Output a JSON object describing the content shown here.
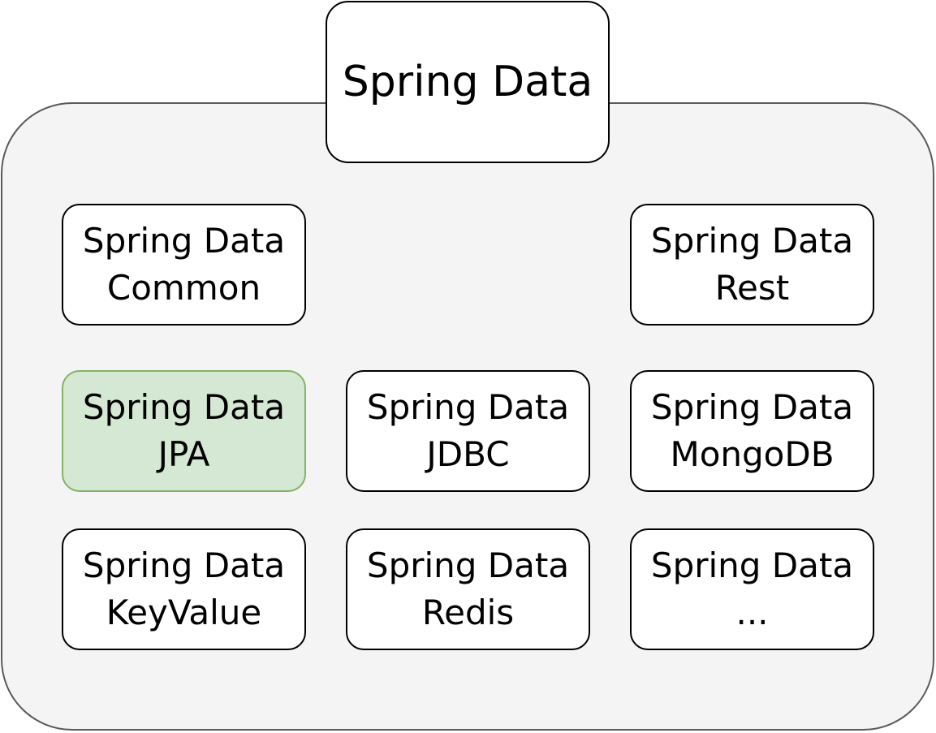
{
  "title": "Spring Data",
  "modules": {
    "common": {
      "line1": "Spring Data",
      "line2": "Common"
    },
    "rest": {
      "line1": "Spring Data",
      "line2": "Rest"
    },
    "jpa": {
      "line1": "Spring Data",
      "line2": "JPA"
    },
    "jdbc": {
      "line1": "Spring Data",
      "line2": "JDBC"
    },
    "mongodb": {
      "line1": "Spring Data",
      "line2": "MongoDB"
    },
    "keyvalue": {
      "line1": "Spring Data",
      "line2": "KeyValue"
    },
    "redis": {
      "line1": "Spring Data",
      "line2": "Redis"
    },
    "more": {
      "line1": "Spring Data",
      "line2": "..."
    }
  },
  "colors": {
    "container_fill": "#f4f4f4",
    "container_stroke": "#5a5a5a",
    "highlight_fill": "#d5e8d4",
    "highlight_stroke": "#82b366"
  }
}
